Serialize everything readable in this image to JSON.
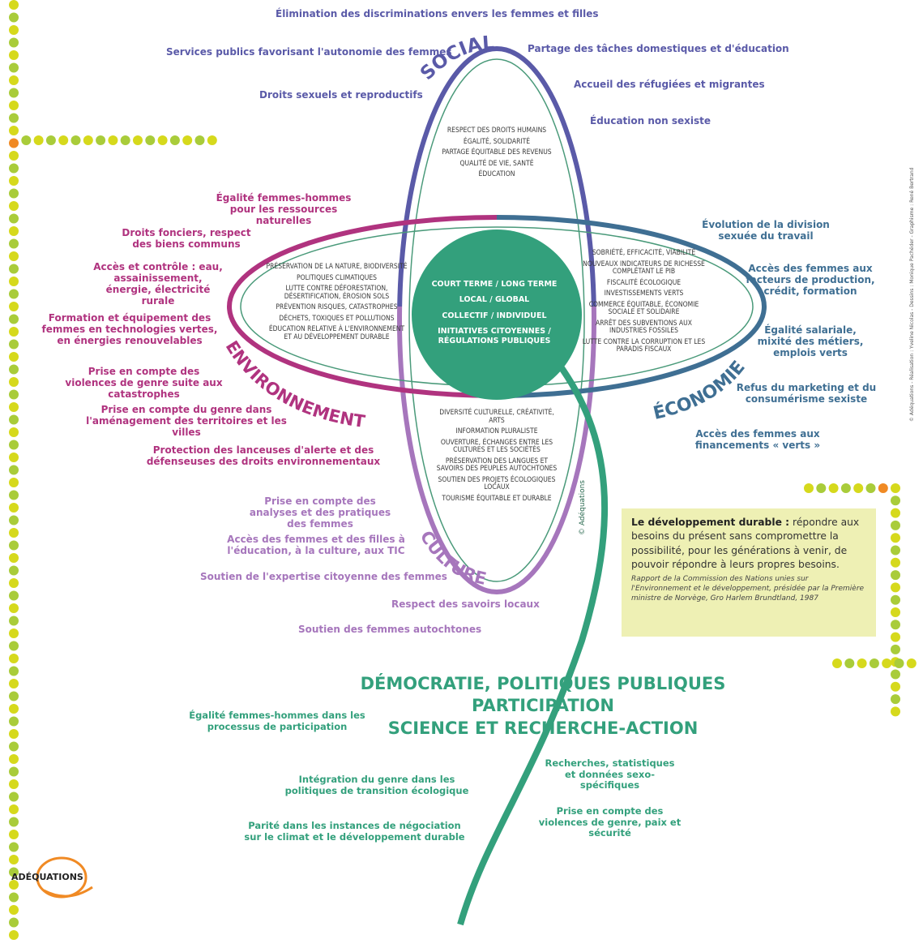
{
  "social": {
    "title": "SOCIAL",
    "color": "#5a5aa8",
    "labels": [
      "Élimination des discriminations envers les femmes et filles",
      "Services publics favorisant l'autonomie des femmes",
      "Partage des tâches domestiques et d'éducation",
      "Accueil des réfugiées et migrantes",
      "Droits sexuels et reproductifs",
      "Éducation non sexiste"
    ],
    "petal": [
      "RESPECT DES DROITS HUMAINS",
      "ÉGALITÉ, SOLIDARITÉ",
      "PARTAGE ÉQUITABLE DES REVENUS",
      "QUALITÉ DE VIE, SANTÉ",
      "ÉDUCATION"
    ]
  },
  "environnement": {
    "title": "ENVIRONNEMENT",
    "color": "#b0337f",
    "labels": [
      "Égalité femmes-hommes pour les ressources naturelles",
      "Droits fonciers, respect des biens communs",
      "Accès et contrôle : eau, assainissement, énergie, électricité rurale",
      "Formation et équipement des femmes en technologies vertes, en énergies renouvelables",
      "Prise en compte des violences de genre suite aux catastrophes",
      "Prise en compte du genre dans l'aménagement des territoires et les villes",
      "Protection des lanceuses d'alerte et des défenseuses des droits environnementaux"
    ],
    "petal": [
      "PRÉSERVATION DE LA NATURE, BIODIVERSITÉ",
      "POLITIQUES CLIMATIQUES",
      "LUTTE CONTRE DÉFORESTATION, DÉSERTIFICATION, ÉROSION SOLS",
      "PRÉVENTION RISQUES, CATASTROPHES",
      "DÉCHETS, TOXIQUES ET POLLUTIONS",
      "ÉDUCATION RELATIVE À L'ENVIRONNEMENT ET AU DÉVELOPPEMENT DURABLE"
    ]
  },
  "economie": {
    "title": "ÉCONOMIE",
    "color": "#3f6f93",
    "labels": [
      "Évolution de la division sexuée du travail",
      "Accès des femmes aux facteurs de production, crédit, formation",
      "Égalité salariale, mixité des métiers, emplois verts",
      "Refus du marketing et du consumérisme sexiste",
      "Accès des femmes aux financements « verts »"
    ],
    "petal": [
      "SOBRIÉTÉ, EFFICACITÉ, VIABILITÉ",
      "NOUVEAUX INDICATEURS DE RICHESSE COMPLÉTANT LE PIB",
      "FISCALITÉ ÉCOLOGIQUE",
      "INVESTISSEMENTS VERTS",
      "COMMERCE ÉQUITABLE, ÉCONOMIE SOCIALE ET SOLIDAIRE",
      "ARRÊT DES SUBVENTIONS AUX INDUSTRIES FOSSILES",
      "LUTTE CONTRE LA CORRUPTION ET LES PARADIS FISCAUX"
    ]
  },
  "culture": {
    "title": "CULTURE",
    "color": "#a676bc",
    "labels": [
      "Prise en compte des analyses et des pratiques des femmes",
      "Accès des femmes et des filles à l'éducation, à la culture, aux TIC",
      "Soutien de l'expertise citoyenne des femmes",
      "Respect des savoirs locaux",
      "Soutien des femmes autochtones"
    ],
    "petal": [
      "DIVERSITÉ CULTURELLE, CRÉATIVITÉ, ARTS",
      "INFORMATION PLURALISTE",
      "OUVERTURE, ÉCHANGES ENTRE LES CULTURES ET LES SOCIÉTÉS",
      "PRÉSERVATION DES LANGUES ET SAVOIRS DES PEUPLES AUTOCHTONES",
      "SOUTIEN DES PROJETS ÉCOLOGIQUES LOCAUX",
      "TOURISME ÉQUITABLE ET DURABLE"
    ]
  },
  "core": {
    "color": "#33a07c",
    "lines": [
      "COURT TERME / LONG TERME",
      "LOCAL / GLOBAL",
      "COLLECTIF / INDIVIDUEL",
      "INITIATIVES CITOYENNES / RÉGULATIONS PUBLIQUES"
    ]
  },
  "democratie": {
    "color": "#33a07c",
    "title": [
      "DÉMOCRATIE, POLITIQUES PUBLIQUES",
      "PARTICIPATION",
      "SCIENCE ET RECHERCHE-ACTION"
    ],
    "labels": [
      "Égalité femmes-hommes dans les processus de participation",
      "Intégration du genre dans les politiques de transition écologique",
      "Parité dans les instances de négociation sur le climat et le développement durable",
      "Recherches, statistiques et données sexo-spécifiques",
      "Prise en compte des violences de genre, paix et sécurité"
    ]
  },
  "definition": {
    "term": "Le développement durable :",
    "text": "répondre aux besoins du présent sans compromettre la possibilité, pour les générations à venir, de pouvoir répondre à leurs propres besoins.",
    "citation": "Rapport de la Commission des Nations unies sur l'Environnement et le développement, présidée par la Première ministre de Norvège, Gro Harlem Brundtland, 1987",
    "background": "#eef0b4"
  },
  "copyright": "© Adéquations",
  "logo": "ADÉQUATIONS",
  "credit": "© Adéquations - Réalisation : Yveline Nicolas - Dessins : Monique Pachéder - Graphisme : René Bertrand",
  "dots": {
    "yellow": "#d6d91c",
    "green": "#a9cc3a",
    "orange": "#f08a24"
  }
}
